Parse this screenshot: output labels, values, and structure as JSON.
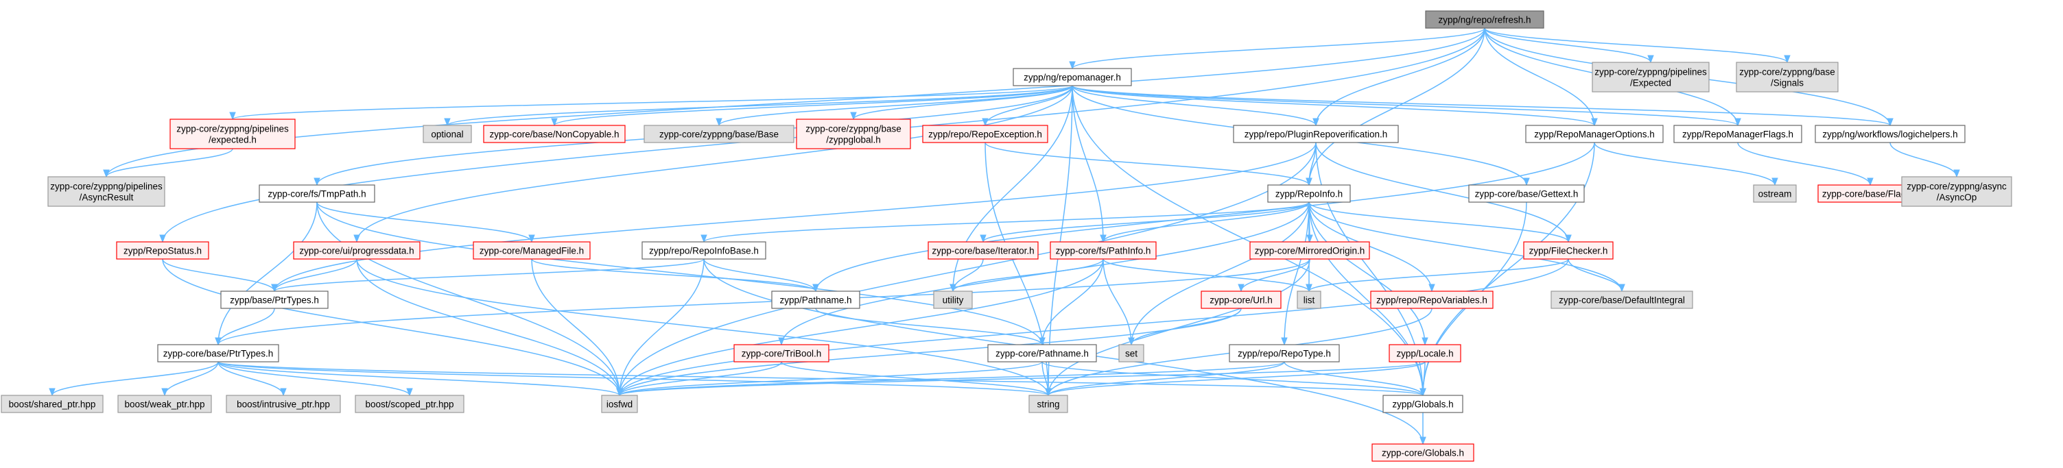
{
  "colors": {
    "edge": "#63b8ff",
    "focus_fill": "#999999",
    "plain_fill": "#ffffff",
    "plain_border": "#666666",
    "system_fill": "#e0e0e0",
    "system_border": "#999999",
    "missing_fill": "#fff0f0",
    "missing_border": "#ff0000"
  },
  "nodes": [
    {
      "id": "refresh",
      "style": "focus",
      "lines": [
        "zypp/ng/repo/refresh.h"
      ]
    },
    {
      "id": "repomanager",
      "style": "plain",
      "lines": [
        "zypp/ng/repomanager.h"
      ]
    },
    {
      "id": "pp_expected_sys",
      "style": "system",
      "lines": [
        "zypp-core/zyppng/pipelines",
        "/Expected"
      ]
    },
    {
      "id": "zb_signals",
      "style": "system",
      "lines": [
        "zypp-core/zyppng/base",
        "/Signals"
      ]
    },
    {
      "id": "optional",
      "style": "system",
      "lines": [
        "optional"
      ]
    },
    {
      "id": "noncopyable",
      "style": "missing",
      "lines": [
        "zypp-core/base/NonCopyable.h"
      ]
    },
    {
      "id": "zb_base",
      "style": "system",
      "lines": [
        "zypp-core/zyppng/base/Base"
      ]
    },
    {
      "id": "zb_zyppglobal",
      "style": "missing",
      "lines": [
        "zypp-core/zyppng/base",
        "/zyppglobal.h"
      ]
    },
    {
      "id": "pp_expected_h",
      "style": "missing",
      "lines": [
        "zypp-core/zyppng/pipelines",
        "/expected.h"
      ]
    },
    {
      "id": "repoexception",
      "style": "missing",
      "lines": [
        "zypp/repo/RepoException.h"
      ]
    },
    {
      "id": "pluginreposig",
      "style": "plain",
      "lines": [
        "zypp/repo/PluginRepoverification.h"
      ]
    },
    {
      "id": "repomgropts",
      "style": "plain",
      "lines": [
        "zypp/RepoManagerOptions.h"
      ]
    },
    {
      "id": "repomgrflags",
      "style": "plain",
      "lines": [
        "zypp/RepoManagerFlags.h"
      ]
    },
    {
      "id": "logichelpers",
      "style": "plain",
      "lines": [
        "zypp/ng/workflows/logichelpers.h"
      ]
    },
    {
      "id": "asyncresult",
      "style": "system",
      "lines": [
        "zypp-core/zyppng/pipelines",
        "/AsyncResult"
      ]
    },
    {
      "id": "tmppath",
      "style": "plain",
      "lines": [
        "zypp-core/fs/TmpPath.h"
      ]
    },
    {
      "id": "repoinfo",
      "style": "plain",
      "lines": [
        "zypp/RepoInfo.h"
      ]
    },
    {
      "id": "gettext",
      "style": "plain",
      "lines": [
        "zypp-core/base/Gettext.h"
      ]
    },
    {
      "id": "ostream",
      "style": "system",
      "lines": [
        "ostream"
      ]
    },
    {
      "id": "flags",
      "style": "missing",
      "lines": [
        "zypp-core/base/Flags.h"
      ]
    },
    {
      "id": "asyncop",
      "style": "system",
      "lines": [
        "zypp-core/zyppng/async",
        "/AsyncOp"
      ]
    },
    {
      "id": "repostatus",
      "style": "missing",
      "lines": [
        "zypp/RepoStatus.h"
      ]
    },
    {
      "id": "progressdata",
      "style": "missing",
      "lines": [
        "zypp-core/ui/progressdata.h"
      ]
    },
    {
      "id": "managedfile",
      "style": "missing",
      "lines": [
        "zypp-core/ManagedFile.h"
      ]
    },
    {
      "id": "repoinfobase",
      "style": "plain",
      "lines": [
        "zypp/repo/RepoInfoBase.h"
      ]
    },
    {
      "id": "iterator",
      "style": "missing",
      "lines": [
        "zypp-core/base/Iterator.h"
      ]
    },
    {
      "id": "pathinfo",
      "style": "missing",
      "lines": [
        "zypp-core/fs/PathInfo.h"
      ]
    },
    {
      "id": "mirroredorigin",
      "style": "missing",
      "lines": [
        "zypp-core/MirroredOrigin.h"
      ]
    },
    {
      "id": "filechecker",
      "style": "missing",
      "lines": [
        "zypp/FileChecker.h"
      ]
    },
    {
      "id": "ptrtypes_zypp",
      "style": "plain",
      "lines": [
        "zypp/base/PtrTypes.h"
      ]
    },
    {
      "id": "utility",
      "style": "system",
      "lines": [
        "utility"
      ]
    },
    {
      "id": "pathname_zypp",
      "style": "plain",
      "lines": [
        "zypp/Pathname.h"
      ]
    },
    {
      "id": "list",
      "style": "system",
      "lines": [
        "list"
      ]
    },
    {
      "id": "url",
      "style": "missing",
      "lines": [
        "zypp-core/Url.h"
      ]
    },
    {
      "id": "repovariables",
      "style": "missing",
      "lines": [
        "zypp/repo/RepoVariables.h"
      ]
    },
    {
      "id": "defaultintegral",
      "style": "system",
      "lines": [
        "zypp-core/base/DefaultIntegral"
      ]
    },
    {
      "id": "ptrtypes_core",
      "style": "plain",
      "lines": [
        "zypp-core/base/PtrTypes.h"
      ]
    },
    {
      "id": "tribool",
      "style": "missing",
      "lines": [
        "zypp-core/TriBool.h"
      ]
    },
    {
      "id": "pathname_core",
      "style": "plain",
      "lines": [
        "zypp-core/Pathname.h"
      ]
    },
    {
      "id": "set",
      "style": "system",
      "lines": [
        "set"
      ]
    },
    {
      "id": "repotype",
      "style": "plain",
      "lines": [
        "zypp/repo/RepoType.h"
      ]
    },
    {
      "id": "locale",
      "style": "missing",
      "lines": [
        "zypp/Locale.h"
      ]
    },
    {
      "id": "shared_ptr",
      "style": "system",
      "lines": [
        "boost/shared_ptr.hpp"
      ]
    },
    {
      "id": "weak_ptr",
      "style": "system",
      "lines": [
        "boost/weak_ptr.hpp"
      ]
    },
    {
      "id": "intrusive_ptr",
      "style": "system",
      "lines": [
        "boost/intrusive_ptr.hpp"
      ]
    },
    {
      "id": "scoped_ptr",
      "style": "system",
      "lines": [
        "boost/scoped_ptr.hpp"
      ]
    },
    {
      "id": "iosfwd",
      "style": "system",
      "lines": [
        "iosfwd"
      ]
    },
    {
      "id": "string",
      "style": "system",
      "lines": [
        "string"
      ]
    },
    {
      "id": "globals_zypp",
      "style": "plain",
      "lines": [
        "zypp/Globals.h"
      ]
    },
    {
      "id": "globals_core",
      "style": "missing",
      "lines": [
        "zypp-core/Globals.h"
      ]
    }
  ],
  "edges": [
    [
      "refresh",
      "repomanager"
    ],
    [
      "refresh",
      "pp_expected_sys"
    ],
    [
      "refresh",
      "zb_signals"
    ],
    [
      "refresh",
      "asyncresult"
    ],
    [
      "refresh",
      "repostatus"
    ],
    [
      "refresh",
      "pluginreposig"
    ],
    [
      "refresh",
      "repoinfo"
    ],
    [
      "refresh",
      "repomgropts"
    ],
    [
      "refresh",
      "repomgrflags"
    ],
    [
      "refresh",
      "logichelpers"
    ],
    [
      "repomanager",
      "optional"
    ],
    [
      "repomanager",
      "noncopyable"
    ],
    [
      "repomanager",
      "zb_base"
    ],
    [
      "repomanager",
      "zb_zyppglobal"
    ],
    [
      "repomanager",
      "pp_expected_h"
    ],
    [
      "repomanager",
      "repoexception"
    ],
    [
      "repomanager",
      "pluginreposig"
    ],
    [
      "repomanager",
      "repomgropts"
    ],
    [
      "repomanager",
      "repomgrflags"
    ],
    [
      "repomanager",
      "logichelpers"
    ],
    [
      "repomanager",
      "tmppath"
    ],
    [
      "repomanager",
      "progressdata"
    ],
    [
      "repomanager",
      "pathinfo"
    ],
    [
      "repomanager",
      "gettext"
    ],
    [
      "repomanager",
      "string"
    ],
    [
      "repomanager",
      "utility"
    ],
    [
      "repomanager",
      "globals_zypp"
    ],
    [
      "pp_expected_h",
      "asyncresult"
    ],
    [
      "repoexception",
      "repoinfo"
    ],
    [
      "repoexception",
      "string"
    ],
    [
      "pluginreposig",
      "repoinfo"
    ],
    [
      "pluginreposig",
      "filechecker"
    ],
    [
      "pluginreposig",
      "ptrtypes_zypp"
    ],
    [
      "pluginreposig",
      "iosfwd"
    ],
    [
      "pluginreposig",
      "globals_zypp"
    ],
    [
      "repomgropts",
      "ostream"
    ],
    [
      "repomgropts",
      "pathname_zypp"
    ],
    [
      "repomgropts",
      "globals_zypp"
    ],
    [
      "repomgrflags",
      "flags"
    ],
    [
      "logichelpers",
      "asyncop"
    ],
    [
      "tmppath",
      "managedfile"
    ],
    [
      "tmppath",
      "ptrtypes_core"
    ],
    [
      "tmppath",
      "iosfwd"
    ],
    [
      "tmppath",
      "pathname_core"
    ],
    [
      "repoinfo",
      "repoinfobase"
    ],
    [
      "repoinfo",
      "iterator"
    ],
    [
      "repoinfo",
      "pathinfo"
    ],
    [
      "repoinfo",
      "mirroredorigin"
    ],
    [
      "repoinfo",
      "filechecker"
    ],
    [
      "repoinfo",
      "repovariables"
    ],
    [
      "repoinfo",
      "list"
    ],
    [
      "repoinfo",
      "set"
    ],
    [
      "repoinfo",
      "tribool"
    ],
    [
      "repoinfo",
      "repotype"
    ],
    [
      "repoinfo",
      "defaultintegral"
    ],
    [
      "repoinfo",
      "locale"
    ],
    [
      "repoinfo",
      "globals_zypp"
    ],
    [
      "gettext",
      "globals_zypp"
    ],
    [
      "repostatus",
      "ptrtypes_zypp"
    ],
    [
      "repostatus",
      "iosfwd"
    ],
    [
      "progressdata",
      "ptrtypes_zypp"
    ],
    [
      "progressdata",
      "iosfwd"
    ],
    [
      "progressdata",
      "string"
    ],
    [
      "managedfile",
      "pathname_zypp"
    ],
    [
      "managedfile",
      "iosfwd"
    ],
    [
      "repoinfobase",
      "ptrtypes_zypp"
    ],
    [
      "repoinfobase",
      "pathname_zypp"
    ],
    [
      "repoinfobase",
      "iosfwd"
    ],
    [
      "repoinfobase",
      "globals_core"
    ],
    [
      "iterator",
      "utility"
    ],
    [
      "pathinfo",
      "utility"
    ],
    [
      "pathinfo",
      "set"
    ],
    [
      "pathinfo",
      "list"
    ],
    [
      "pathinfo",
      "iosfwd"
    ],
    [
      "pathinfo",
      "pathname_core"
    ],
    [
      "mirroredorigin",
      "url"
    ],
    [
      "mirroredorigin",
      "ptrtypes_core"
    ],
    [
      "mirroredorigin",
      "string"
    ],
    [
      "filechecker",
      "defaultintegral"
    ],
    [
      "filechecker",
      "list"
    ],
    [
      "filechecker",
      "iosfwd"
    ],
    [
      "ptrtypes_zypp",
      "ptrtypes_core"
    ],
    [
      "pathname_zypp",
      "pathname_core"
    ],
    [
      "url",
      "set"
    ],
    [
      "url",
      "iosfwd"
    ],
    [
      "repovariables",
      "string"
    ],
    [
      "ptrtypes_core",
      "shared_ptr"
    ],
    [
      "ptrtypes_core",
      "weak_ptr"
    ],
    [
      "ptrtypes_core",
      "intrusive_ptr"
    ],
    [
      "ptrtypes_core",
      "scoped_ptr"
    ],
    [
      "ptrtypes_core",
      "iosfwd"
    ],
    [
      "ptrtypes_core",
      "string"
    ],
    [
      "ptrtypes_core",
      "globals_zypp"
    ],
    [
      "tribool",
      "iosfwd"
    ],
    [
      "tribool",
      "string"
    ],
    [
      "pathname_core",
      "iosfwd"
    ],
    [
      "pathname_core",
      "string"
    ],
    [
      "pathname_core",
      "globals_zypp"
    ],
    [
      "repotype",
      "iosfwd"
    ],
    [
      "repotype",
      "string"
    ],
    [
      "repotype",
      "globals_zypp"
    ],
    [
      "locale",
      "iosfwd"
    ],
    [
      "locale",
      "string"
    ],
    [
      "locale",
      "globals_zypp"
    ],
    [
      "globals_zypp",
      "globals_core"
    ]
  ]
}
